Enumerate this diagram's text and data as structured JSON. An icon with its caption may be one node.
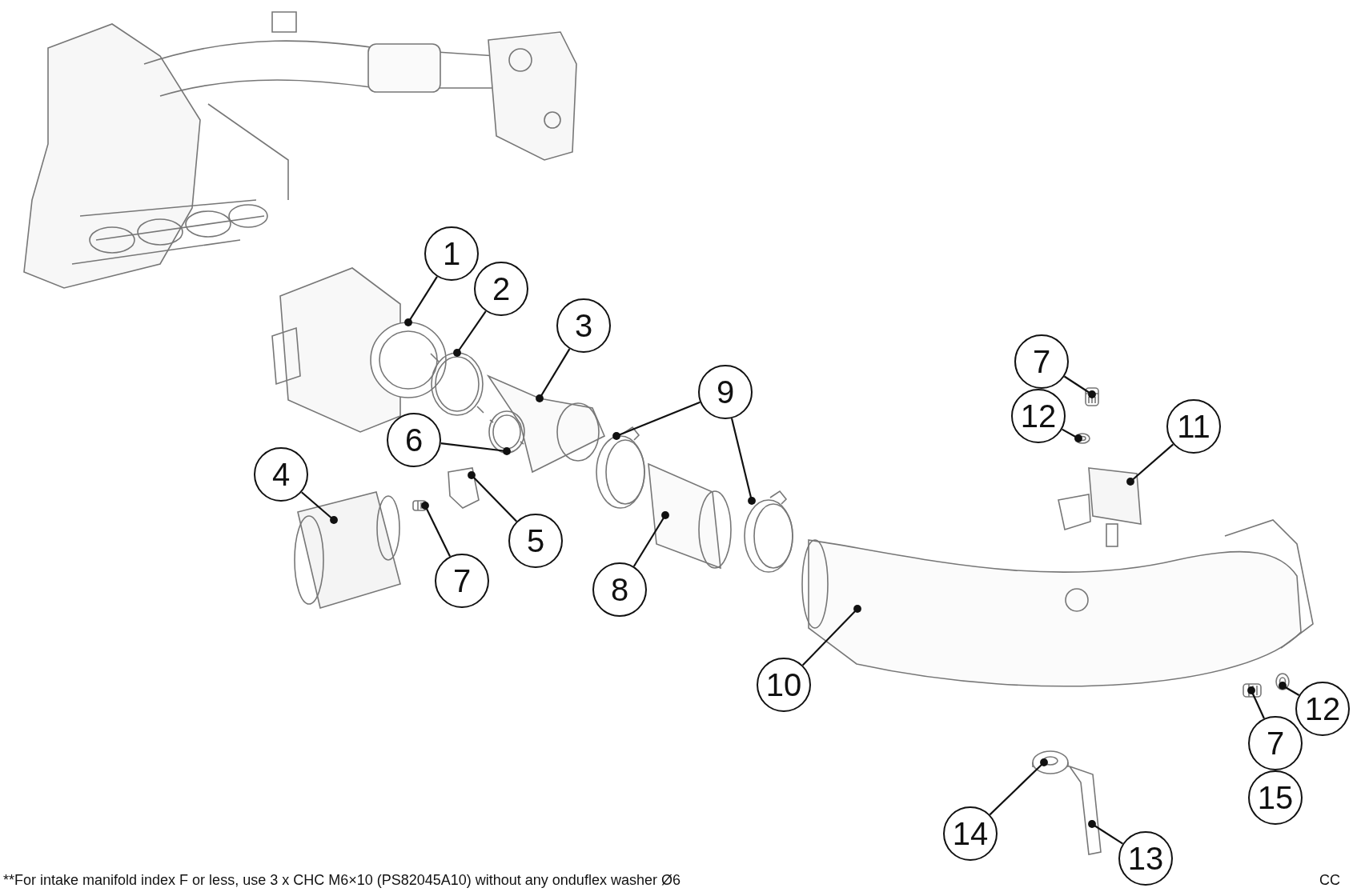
{
  "diagram": {
    "nodes": [
      {
        "text": [
          "1"
        ]
      },
      {
        "text": [
          "2"
        ]
      },
      {
        "text": [
          "3"
        ]
      },
      {
        "text": [
          "7"
        ]
      },
      {
        "text": [
          "9"
        ]
      },
      {
        "text": [
          "12"
        ]
      },
      {
        "text": [
          "11"
        ]
      },
      {
        "text": [
          "6"
        ]
      },
      {
        "text": [
          "4"
        ]
      },
      {
        "text": [
          "5"
        ]
      },
      {
        "text": [
          "7"
        ]
      },
      {
        "text": [
          "8"
        ]
      },
      {
        "text": [
          "10"
        ]
      },
      {
        "text": [
          "12"
        ]
      },
      {
        "text": [
          "7"
        ]
      },
      {
        "text": [
          "15"
        ]
      },
      {
        "text": [
          "14"
        ]
      },
      {
        "text": [
          "13"
        ]
      },
      {
        "text": [],
        "shape": "picture"
      },
      {
        "text": [],
        "shape": "picture"
      },
      {
        "text": [],
        "shape": "picture"
      },
      {
        "text": [],
        "shape": "picture"
      },
      {
        "text": [],
        "shape": "picture"
      },
      {
        "text": [],
        "shape": "picture"
      },
      {
        "text": [],
        "shape": "picture"
      },
      {
        "text": [],
        "shape": "picture"
      },
      {
        "text": [],
        "shape": "picture"
      },
      {
        "text": [],
        "shape": "picture"
      },
      {
        "text": [],
        "shape": "picture"
      },
      {
        "text": [],
        "shape": "picture"
      },
      {
        "text": [],
        "shape": "picture"
      },
      {
        "text": [],
        "shape": "picture"
      },
      {
        "text": [],
        "shape": "picture"
      },
      {
        "text": [],
        "shape": "picture"
      },
      {
        "text": [],
        "shape": "picture"
      },
      {
        "text": [],
        "shape": "picture"
      }
    ],
    "edges": [
      {
        "from": 0,
        "to": 18,
        "arrow": "other"
      },
      {
        "from": 1,
        "to": 19,
        "arrow": "other"
      },
      {
        "from": 2,
        "to": 20,
        "arrow": "other"
      },
      {
        "from": 3,
        "to": 21,
        "arrow": "other"
      },
      {
        "from": 4,
        "to": 22,
        "arrow": "other"
      },
      {
        "from": 4,
        "to": 23,
        "arrow": "other"
      },
      {
        "from": 5,
        "to": 24,
        "arrow": "other"
      },
      {
        "from": 6,
        "to": 25,
        "arrow": "other"
      },
      {
        "from": 7,
        "to": 26,
        "arrow": "other"
      },
      {
        "from": 8,
        "to": 27,
        "arrow": "other"
      },
      {
        "from": 9,
        "to": 28,
        "arrow": "other"
      },
      {
        "from": 10,
        "to": 29,
        "arrow": "other"
      },
      {
        "from": 11,
        "to": 30,
        "arrow": "other"
      },
      {
        "from": 12,
        "to": 31,
        "arrow": "other"
      },
      {
        "from": 13,
        "to": 32,
        "arrow": "other"
      },
      {
        "from": 14,
        "to": 33,
        "arrow": "other"
      },
      {
        "from": 16,
        "to": 34,
        "arrow": "other"
      },
      {
        "from": 17,
        "to": 35,
        "arrow": "other"
      }
    ],
    "labels": [
      "**For intake manifold index F or less, use 3 x CHC M6×10 (PS82045A10) without any onduflex washer Ø6",
      "CC"
    ]
  }
}
